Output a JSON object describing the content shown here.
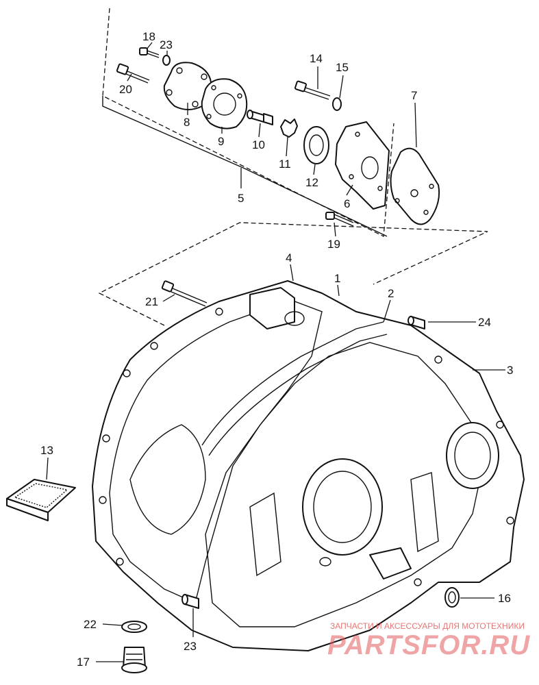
{
  "diagram": {
    "callouts": {
      "c1": "1",
      "c2": "2",
      "c3": "3",
      "c4": "4",
      "c5": "5",
      "c6": "6",
      "c7": "7",
      "c8": "8",
      "c9": "9",
      "c10": "10",
      "c11": "11",
      "c12": "12",
      "c13": "13",
      "c14": "14",
      "c15": "15",
      "c16": "16",
      "c17": "17",
      "c18": "18",
      "c19": "19",
      "c20": "20",
      "c21": "21",
      "c22": "22",
      "c23a": "23",
      "c23b": "23",
      "c24": "24"
    }
  },
  "watermark": {
    "tagline": "ЗАПЧАСТИ И АКСЕССУАРЫ ДЛЯ МОТОТЕХНИКИ",
    "brand": "PARTSFOR.RU"
  },
  "colors": {
    "line": "#111111",
    "watermark": "#e35d5d"
  }
}
